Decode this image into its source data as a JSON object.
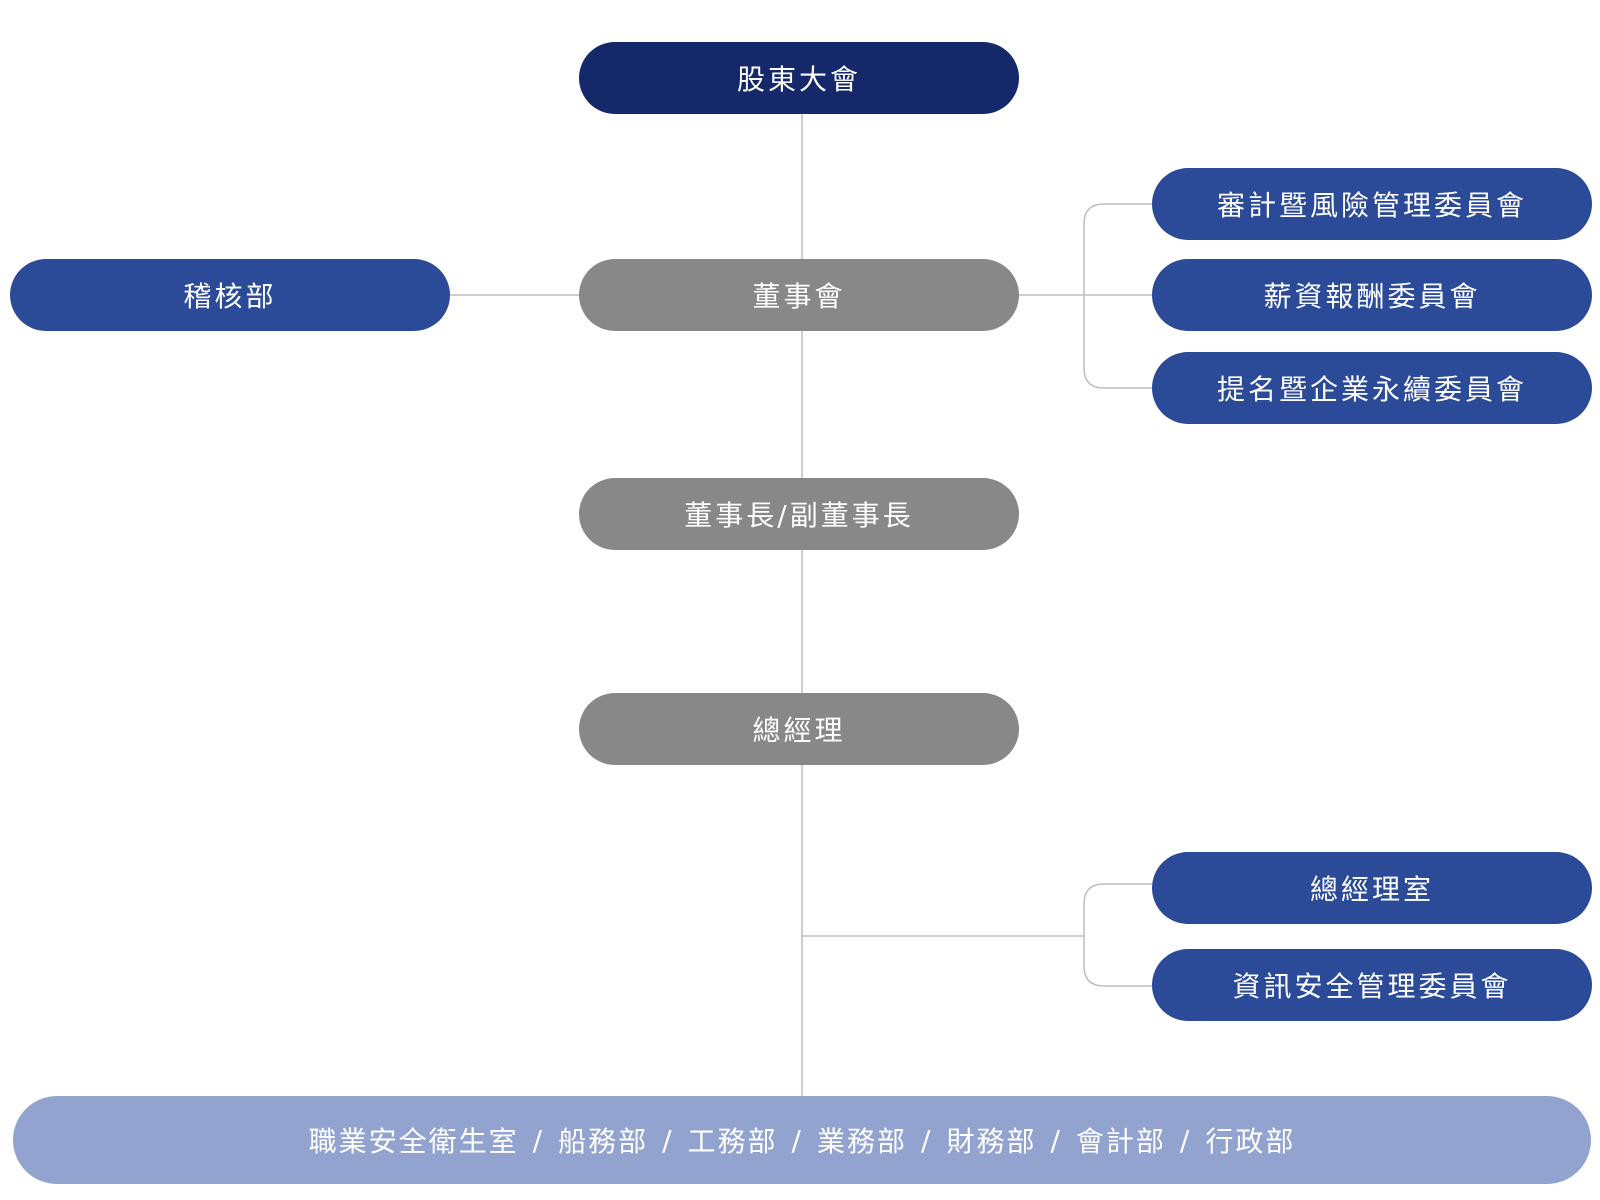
{
  "colors": {
    "top_node": "#15296a",
    "blue_node": "#2b4a97",
    "gray_node": "#888888",
    "bottom_bar": "#92a3d0",
    "connector": "#bdbdbd",
    "text": "#ffffff"
  },
  "nodes": {
    "shareholders": "股東大會",
    "audit_dept": "稽核部",
    "board": "董事會",
    "committee_audit_risk": "審計暨風險管理委員會",
    "committee_compensation": "薪資報酬委員會",
    "committee_nomination_sustainability": "提名暨企業永續委員會",
    "chairman": "董事長/副董事長",
    "general_manager": "總經理",
    "gm_office": "總經理室",
    "infosec_committee": "資訊安全管理委員會"
  },
  "departments": {
    "items": [
      "職業安全衛生室",
      "船務部",
      "工務部",
      "業務部",
      "財務部",
      "會計部",
      "行政部"
    ],
    "separator": "/"
  }
}
